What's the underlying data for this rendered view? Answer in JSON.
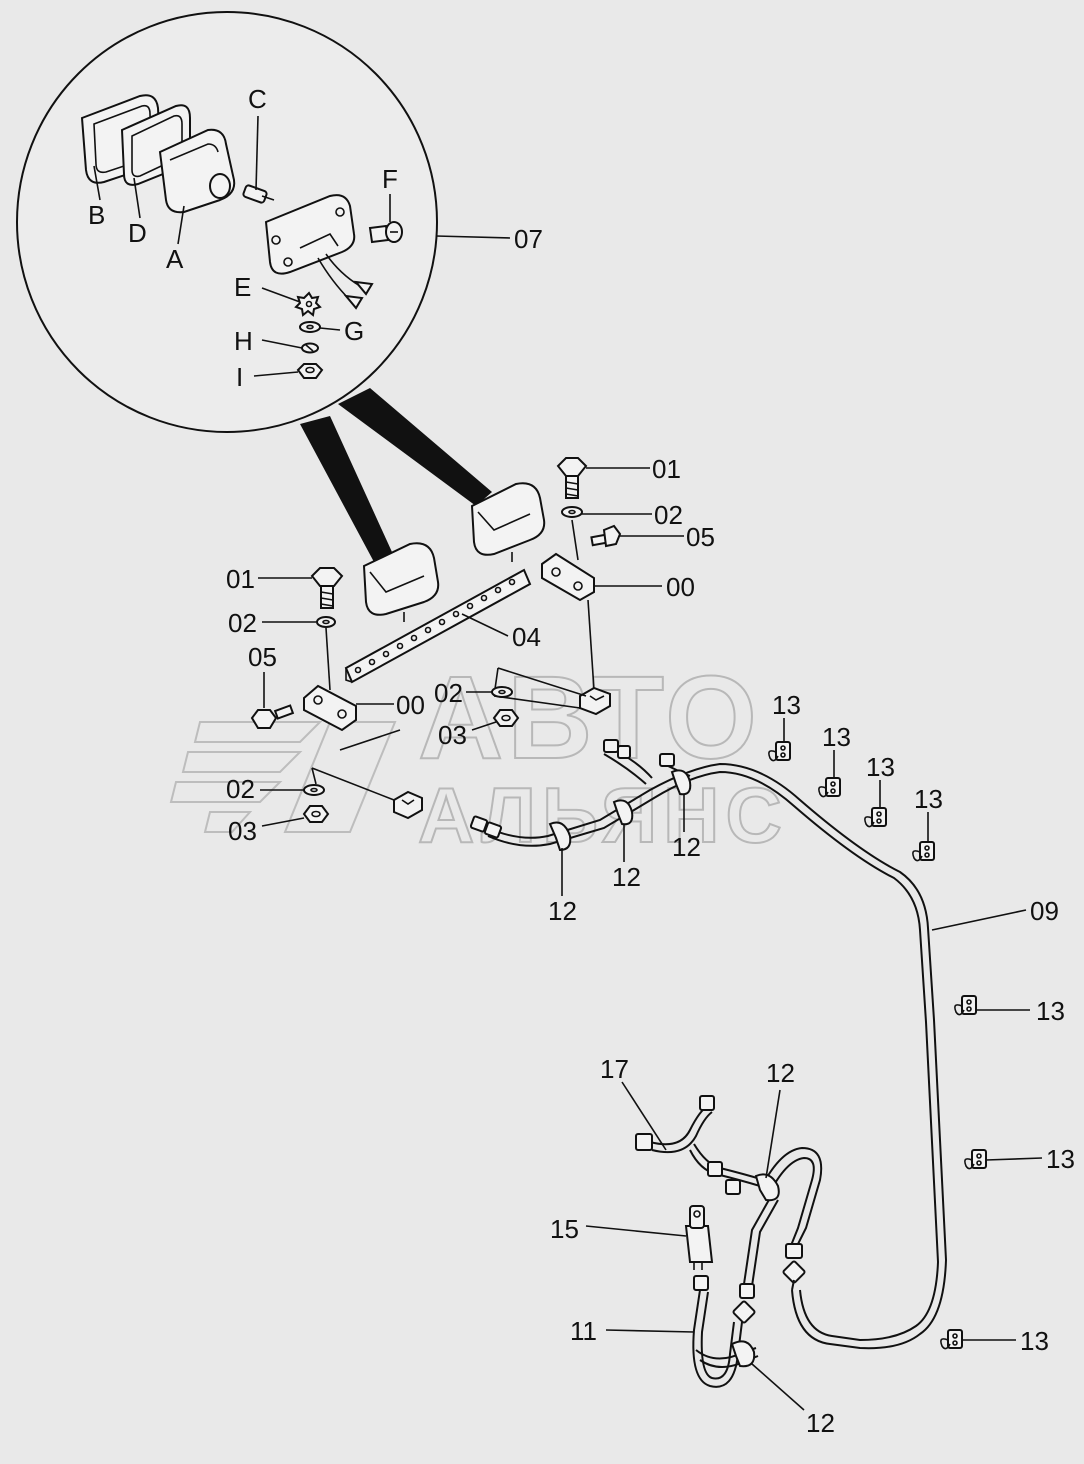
{
  "watermark": {
    "line1": "АВТО",
    "line2": "АЛЬЯНС"
  },
  "detail_labels": {
    "C": "C",
    "F": "F",
    "B": "B",
    "D": "D",
    "A": "A",
    "E": "E",
    "G": "G",
    "H": "H",
    "I": "I"
  },
  "callouts": {
    "c07": "07",
    "c01a": "01",
    "c02a": "02",
    "c05a": "05",
    "c00a": "00",
    "c01b": "01",
    "c02b": "02",
    "c05b": "05",
    "c04": "04",
    "c00b": "00",
    "c02c": "02",
    "c03c": "03",
    "c02d": "02",
    "c03d": "03",
    "c13a": "13",
    "c13b": "13",
    "c13c": "13",
    "c13d": "13",
    "c12a": "12",
    "c12b": "12",
    "c12c": "12",
    "c09": "09",
    "c13e": "13",
    "c13f": "13",
    "c13g": "13",
    "c17": "17",
    "c12d": "12",
    "c15": "15",
    "c11": "11",
    "c12e": "12"
  }
}
